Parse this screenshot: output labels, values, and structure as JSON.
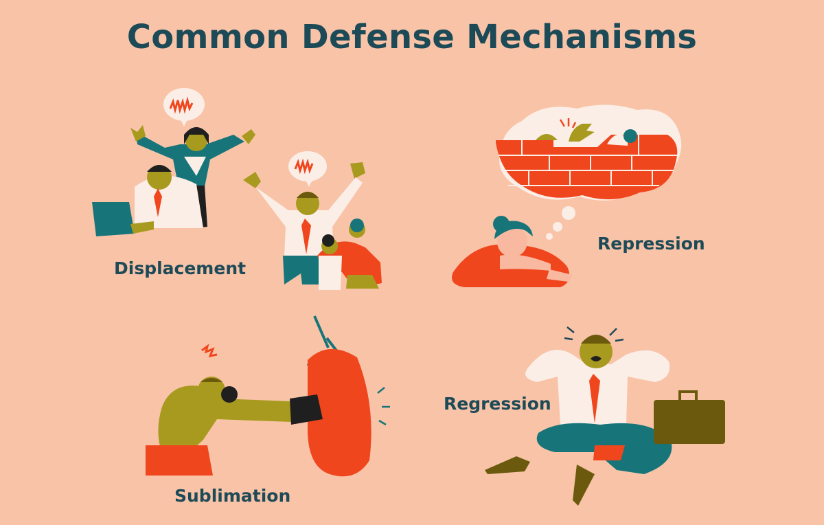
{
  "title": "Common Defense Mechanisms",
  "mechanisms": {
    "displacement": "Displacement",
    "repression": "Repression",
    "sublimation": "Sublimation",
    "regression": "Regression"
  },
  "colors": {
    "background": "#f9c3a8",
    "text": "#1d4a57",
    "red": "#f0461e",
    "teal": "#17757a",
    "olive": "#a79a1e",
    "white": "#fbeee6",
    "dark": "#1f1f1f",
    "brown": "#6b5a0e"
  }
}
